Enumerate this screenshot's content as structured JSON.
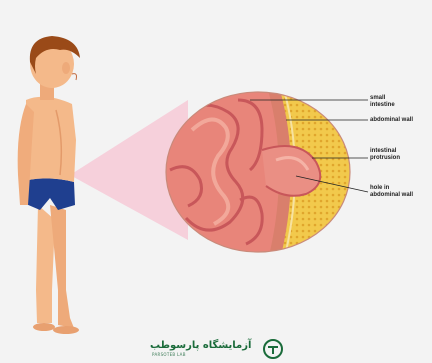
{
  "colors": {
    "background": "#f3f3f3",
    "skin": "#f4b98a",
    "skin_shadow": "#e39a6a",
    "hair": "#9a4a18",
    "trunks": "#1f3f8f",
    "intestine": "#e8857a",
    "intestine_dark": "#c8575a",
    "fat": "#f2c94c",
    "fat_dots": "#e0a52c",
    "muscle": "#d97f6c",
    "callout_cone": "#f6c9d6",
    "logo_green": "#1a6b3a"
  },
  "labels": {
    "small_intestine": "small\nintestine",
    "abdominal_wall": "abdominal wall",
    "intestinal_protrusion": "intestinal\nprotrusion",
    "hole": "hole in\nabdominal wall"
  },
  "logo": {
    "title": "آزمایشگاه پارسوطب",
    "subtitle": "PARSOTEB LAB"
  }
}
